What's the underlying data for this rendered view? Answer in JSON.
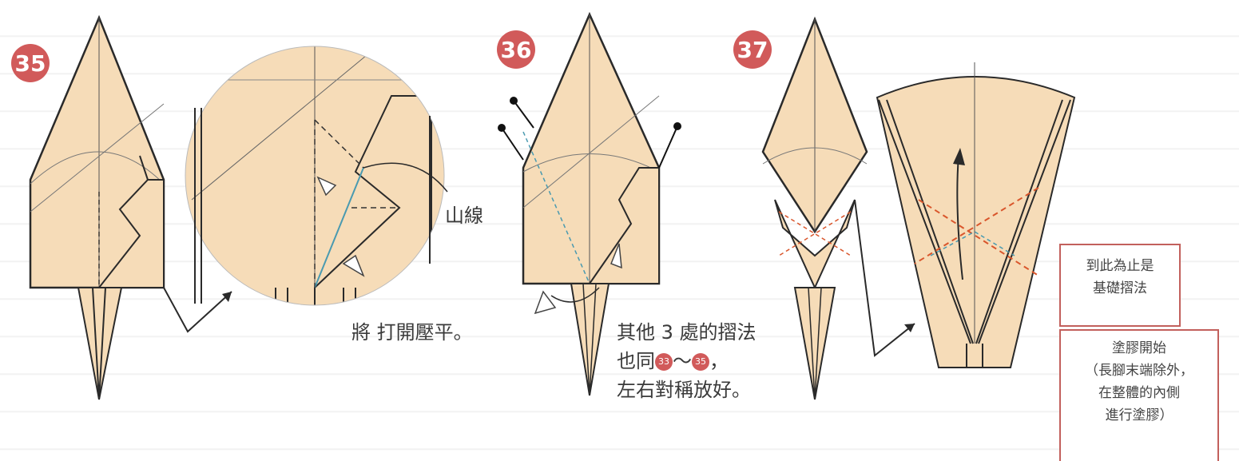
{
  "steps": [
    {
      "number": "35",
      "label": "山線",
      "instruction": "將 打開壓平。"
    },
    {
      "number": "36",
      "instruction_lines": [
        "其他 3 處的摺法",
        "也同",
        "～",
        "，",
        "左右對稱放好。"
      ],
      "ref_start": "33",
      "ref_end": "35"
    },
    {
      "number": "37"
    }
  ],
  "notes": {
    "basic_fold": [
      "到此為止是",
      "基礎摺法"
    ],
    "glue_start": [
      "塗膠開始",
      "（長腳末端除外，",
      "在整體的內側",
      "進行塗膠）"
    ]
  },
  "colors": {
    "paper": "#f6dcb8",
    "badge": "#d15a5a",
    "valley": "#d9562c",
    "mountain": "#4a9ab0",
    "outline": "#2a2a2a"
  }
}
